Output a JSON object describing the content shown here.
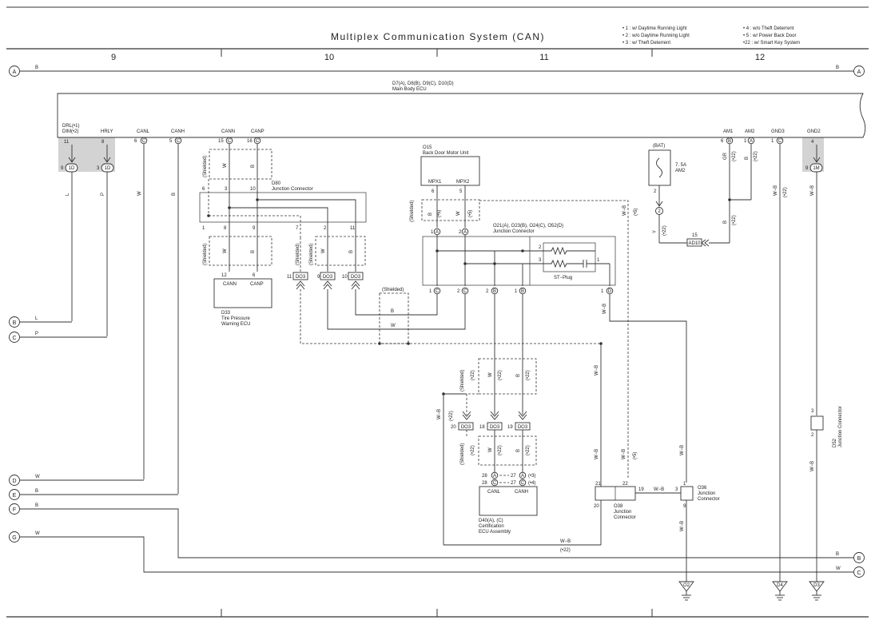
{
  "title": "Multiplex Communication System (CAN)",
  "notes": [
    "• 1 : w/ Daytime Running Light",
    "• 2 : w/o Daytime Running Light",
    "• 3 : w/ Theft Deterrent",
    "• 4 : w/o Theft Deterrent",
    "• 5 : w/ Power Back Door",
    "•22 : w/ Smart Key System"
  ],
  "grid_columns": [
    "9",
    "10",
    "11",
    "12"
  ],
  "connectors": {
    "A": "A",
    "B": "B",
    "C": "C",
    "D": "D",
    "E": "E",
    "F": "F",
    "G": "G"
  },
  "wire_colors": {
    "B": "B",
    "L": "L",
    "P": "P",
    "W": "W",
    "WB": "W−B",
    "Y": "Y",
    "GR": "GR"
  },
  "main_ecu": {
    "ref": "D7(A), D8(B), D9(C), D10(D)",
    "name": "Main Body ECU",
    "pins": {
      "drl_line1": "DRL(•1)",
      "drl_line2": "DIM(•2)",
      "drl_pin": "11",
      "drl_sub": "9",
      "drl_conn": "1D",
      "hrly": "HRLY",
      "hrly_pin": "8",
      "hrly_sub": "3",
      "hrly_conn": "1D",
      "canl": "CANL",
      "canl_pin": "6",
      "canh": "CANH",
      "canh_pin": "5",
      "cann": "CANN",
      "cann_pin": "15",
      "canp": "CANP",
      "canp_pin": "16",
      "am1": "AM1",
      "am1_pin": "6",
      "am2": "AM2",
      "am2_pin": "1",
      "gnd3": "GND3",
      "gnd3_pin": "1",
      "gnd2": "GND2",
      "gnd2_pin": "4",
      "gnd2_sub": "9",
      "gnd2_conn": "1M"
    }
  },
  "plug_letters": {
    "A": "A",
    "B": "B",
    "C": "C",
    "D": "D"
  },
  "d80": {
    "ref": "D80",
    "name": "Junction Connector"
  },
  "o15": {
    "ref": "O15",
    "name": "Back Door Motor Unit",
    "mpx1": "MPX1",
    "mpx2": "MPX2",
    "pin1": "6",
    "pin2": "5"
  },
  "d33": {
    "ref": "D33",
    "name1": "Tire Pressure",
    "name2": "Warning ECU",
    "cann": "CANN",
    "canp": "CANP",
    "pin_cann": "12",
    "pin_canp": "6"
  },
  "jc_o21": {
    "ref": "O21(A), O23(B), O24(C), O52(D)",
    "name": "Junction Connector",
    "st_plug": "ST−Plug"
  },
  "bat": {
    "name": "(BAT)",
    "fuse1": "7. 5A",
    "fuse2": "AM2"
  },
  "ad10": "AD10",
  "do3": "DO3",
  "d40": {
    "ref": "D40(A), (C)",
    "name1": "Certification",
    "name2": "ECU Assembly",
    "canl": "CANL",
    "canh": "CANH"
  },
  "o38": {
    "ref": "O38",
    "name1": "Junction",
    "name2": "Connector"
  },
  "o36": {
    "ref": "O36",
    "name1": "Junction",
    "name2": "Connector"
  },
  "d52": {
    "ref": "D52",
    "name": "Junction Connector"
  },
  "grounds": {
    "o2": "O2",
    "d4": "D4",
    "d3": "D3"
  },
  "shielded": "(Shielded)",
  "cond": {
    "c5": "(•5)",
    "c22": "(•22)",
    "c3": "(•3)",
    "c4": "(•4)"
  },
  "pins": {
    "p1": "1",
    "p2": "2",
    "p3": "3",
    "p5": "5",
    "p6": "6",
    "p7": "7",
    "p8": "8",
    "p9": "9",
    "p10": "10",
    "p11": "11",
    "p12": "12",
    "p15": "15",
    "p16": "16",
    "p18": "18",
    "p19": "19",
    "p20": "20",
    "p21": "21",
    "p22": "22",
    "p27": "27",
    "p28": "28"
  }
}
